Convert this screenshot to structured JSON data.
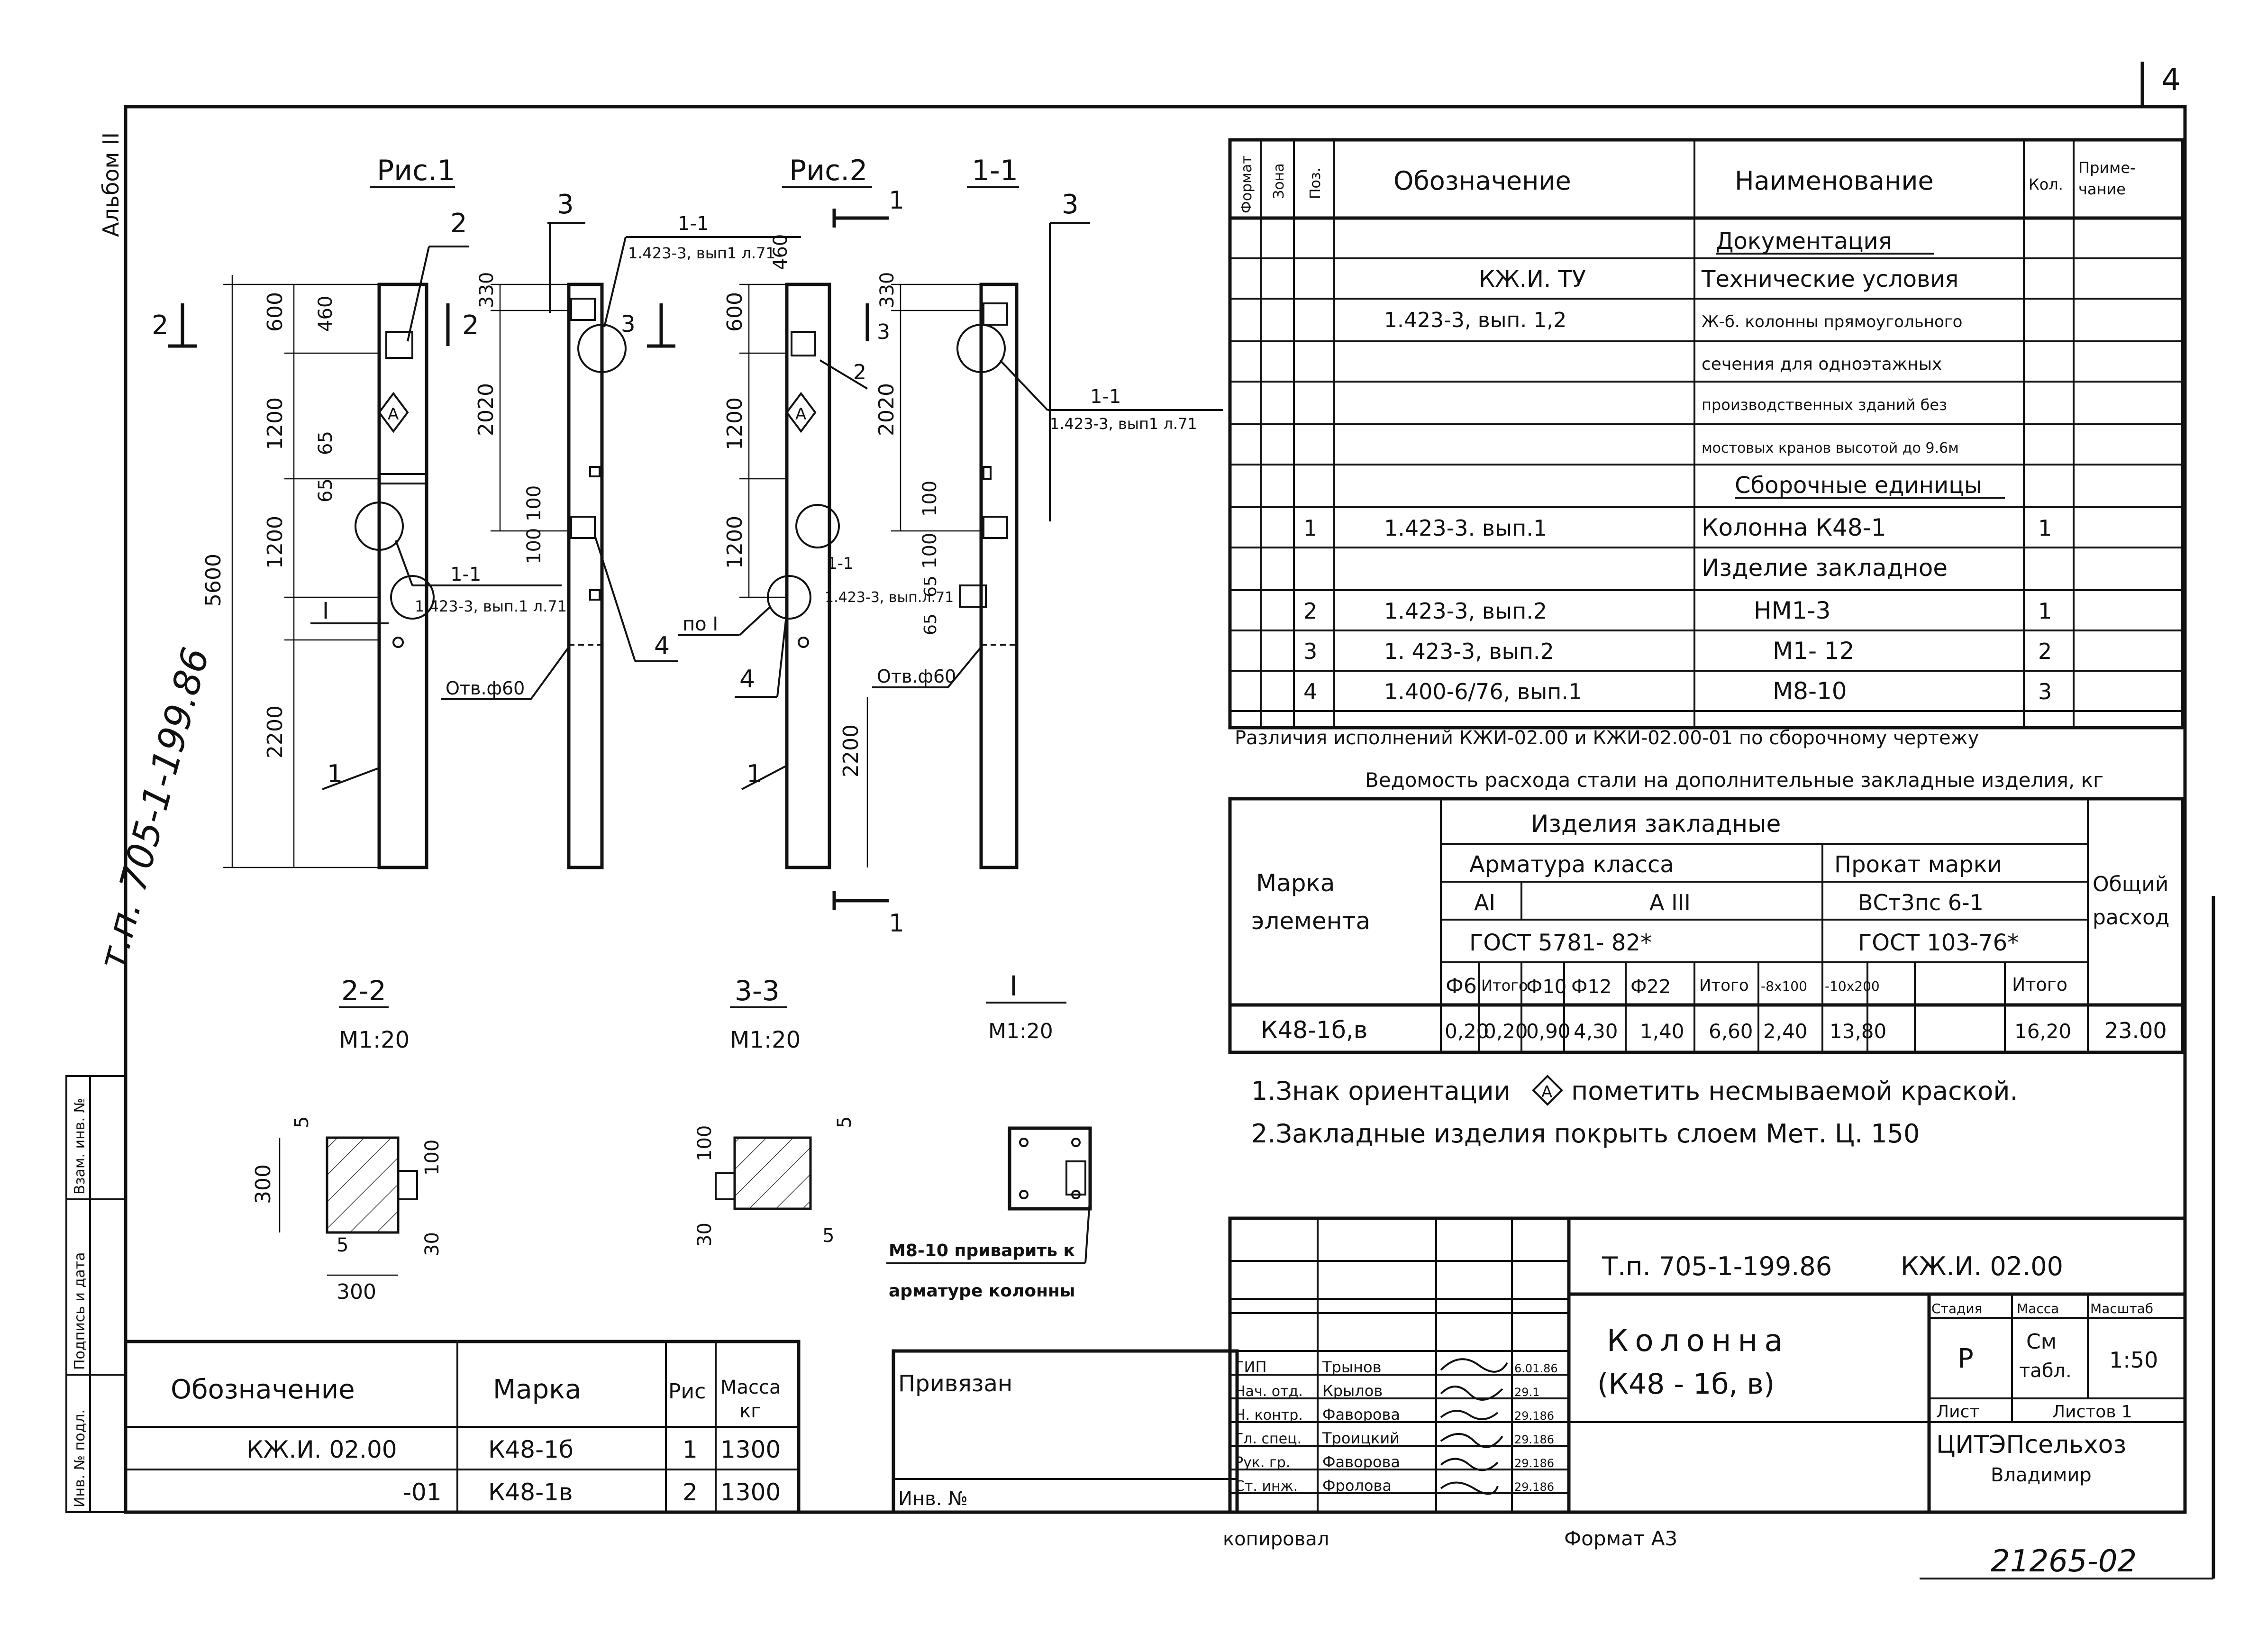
{
  "sheet": {
    "page_number": "4",
    "album": "Альбом II",
    "vertical_title": "т.п. 705-1-199.86",
    "stamp_number": "21265-02",
    "copied": "копировал",
    "format": "Формат А3",
    "margin_fields": [
      "Инв. № подл.",
      "Подпись и дата",
      "Взам. инв. №"
    ]
  },
  "figures": {
    "fig1_title": "Рис.1",
    "fig2_title": "Рис.2",
    "sec11_title": "1-1",
    "dims_fig1": [
      "600",
      "460",
      "1200",
      "65",
      "65",
      "1200",
      "5600",
      "2200"
    ],
    "dims_fig1_side": [
      "330",
      "2020",
      "100",
      "100"
    ],
    "dims_fig2": [
      "600",
      "460",
      "1200",
      "1200",
      "2200"
    ],
    "dims_fig2_side": [
      "330",
      "2020",
      "100",
      "100",
      "65",
      "65"
    ],
    "refs": [
      "1-1",
      "1.423-3, вып1 л.71",
      "1.423-3, вып.1 л.71",
      "1-1",
      "1.423-3, вып.л.71"
    ],
    "callouts": [
      "1",
      "2",
      "3",
      "4",
      "I",
      "по I"
    ],
    "hole_label": "Отв.ф60",
    "cut_labels": [
      "2",
      "2",
      "3",
      "3",
      "1",
      "1"
    ],
    "orientation_mark": "А"
  },
  "sections": {
    "s22_title": "2-2",
    "s22_scale": "М1:20",
    "s33_title": "3-3",
    "s33_scale": "М1:20",
    "sI_title": "I",
    "sI_scale": "М1:20",
    "s22_dims": [
      "5",
      "300",
      "100",
      "5",
      "30",
      "300"
    ],
    "s33_dims": [
      "100",
      "5",
      "30",
      "5"
    ],
    "weld_note_1": "М8-10 приварить к",
    "weld_note_2": "арматуре колонны"
  },
  "spec_table": {
    "headers": [
      "Формат",
      "Зона",
      "Поз.",
      "Обозначение",
      "Наименование",
      "Кол.",
      "Приме-",
      "чание"
    ],
    "rows": [
      {
        "pos": "",
        "designation": "",
        "name": "Документация",
        "qty": ""
      },
      {
        "pos": "",
        "designation": "КЖ.И. ТУ",
        "name": "Технические условия",
        "qty": ""
      },
      {
        "pos": "",
        "designation": "1.423-3, вып. 1,2",
        "name": "Ж-б. колонны прямоугольного",
        "qty": ""
      },
      {
        "pos": "",
        "designation": "",
        "name": "сечения для одноэтажных",
        "qty": ""
      },
      {
        "pos": "",
        "designation": "",
        "name": "производственных зданий без",
        "qty": ""
      },
      {
        "pos": "",
        "designation": "",
        "name": "мостовых кранов высотой до 9.6м",
        "qty": ""
      },
      {
        "pos": "",
        "designation": "",
        "name": "Сборочные единицы",
        "qty": ""
      },
      {
        "pos": "1",
        "designation": "1.423-3. вып.1",
        "name": "Колонна  К48-1",
        "qty": "1"
      },
      {
        "pos": "",
        "designation": "",
        "name": "Изделие закладное",
        "qty": ""
      },
      {
        "pos": "2",
        "designation": "1.423-3, вып.2",
        "name": "НМ1-3",
        "qty": "1"
      },
      {
        "pos": "3",
        "designation": "1. 423-3, вып.2",
        "name": "М1- 12",
        "qty": "2"
      },
      {
        "pos": "4",
        "designation": "1.400-6/76, вып.1",
        "name": "М8-10",
        "qty": "3"
      }
    ],
    "footnote": "Различия исполнений КЖИ-02.00 и КЖИ-02.00-01 по сборочному чертежу"
  },
  "steel_table": {
    "title": "Ведомость расхода стали на дополнительные закладные изделия, кг",
    "group": "Изделия закладные",
    "mark_header_1": "Марка",
    "mark_header_2": "элемента",
    "armature": "Арматура класса",
    "rolled": "Прокат марки",
    "total_header_1": "Общий",
    "total_header_2": "расход",
    "class_ai": "АI",
    "class_aiii": "А III",
    "steel_grade": "ВСт3пс 6-1",
    "gost_1": "ГОСТ 5781- 82*",
    "gost_2": "ГОСТ 103-76*",
    "cols": [
      "Ф6",
      "Итого",
      "Ф10",
      "Ф12",
      "Ф22",
      "Итого",
      "-8х100",
      "-10х200",
      "",
      "Итого"
    ],
    "row": {
      "mark": "К48-1б,в",
      "values": [
        "0,20",
        "0,20",
        "0,90",
        "4,30",
        "1,40",
        "6,60",
        "2,40",
        "13,80",
        "",
        "16,20"
      ],
      "total": "23.00"
    }
  },
  "notes": [
    "1.Знак ориентации",
    "пометить несмываемой краской.",
    "2.Закладные изделия покрыть слоем Мет. Ц. 150"
  ],
  "mark_table": {
    "headers": [
      "Обозначение",
      "Марка",
      "Рис",
      "Масса",
      "кг"
    ],
    "rows": [
      {
        "designation": "КЖ.И. 02.00",
        "mark": "К48-1б",
        "fig": "1",
        "mass": "1300"
      },
      {
        "designation": "-01",
        "mark": "К48-1в",
        "fig": "2",
        "mass": "1300"
      }
    ]
  },
  "binding": {
    "label": "Привязан",
    "inv": "Инв. №"
  },
  "title_block": {
    "doc_code": "Т.п. 705-1-199.86",
    "drawing_code": "КЖ.И. 02.00",
    "name_1": "Колонна",
    "name_2": "(К48 - 1б, в)",
    "stage_h": "Стадия",
    "mass_h": "Масса",
    "scale_h": "Масштаб",
    "stage": "Р",
    "mass_1": "См",
    "mass_2": "табл.",
    "scale": "1:50",
    "sheet_h": "Лист",
    "sheets_h": "Листов 1",
    "org_1": "ЦИТЭПсельхоз",
    "org_2": "Владимир",
    "people": [
      {
        "role": "ГИП",
        "name": "Трынов",
        "date": "6.01.86"
      },
      {
        "role": "Нач. отд.",
        "name": "Крылов",
        "date": "29.1"
      },
      {
        "role": "Н. контр.",
        "name": "Фаворова",
        "date": "29.186"
      },
      {
        "role": "Гл. спец.",
        "name": "Троицкий",
        "date": "29.186"
      },
      {
        "role": "Рук. гр.",
        "name": "Фаворова",
        "date": "29.186"
      },
      {
        "role": "Ст. инж.",
        "name": "Фролова",
        "date": "29.186"
      }
    ]
  }
}
